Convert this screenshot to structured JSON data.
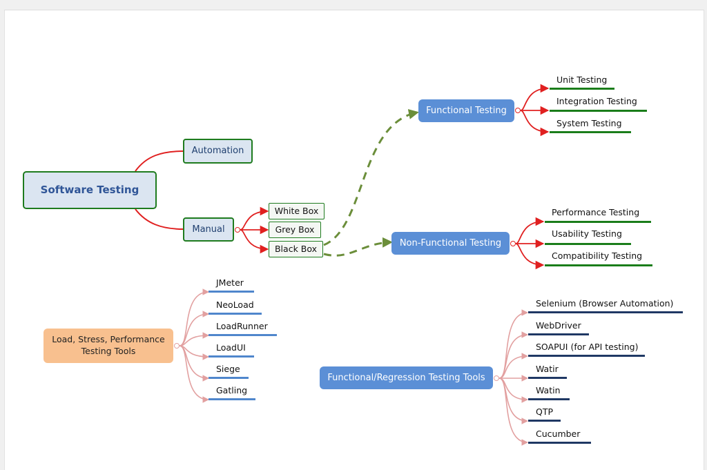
{
  "colors": {
    "root_fill": "#dbe5f1",
    "border_green": "#1e7b1e",
    "branch_red": "#e02020",
    "dash_green": "#6b8e3a",
    "node_blue": "#5b8fd6",
    "node_orange": "#f8c08f",
    "connector_pink": "#e2a0a0",
    "underline_green": "#1a7d1a",
    "underline_blue": "#4f86cc",
    "underline_navy": "#1f3864"
  },
  "root": {
    "label": "Software Testing"
  },
  "branches": {
    "automation": "Automation",
    "manual": "Manual"
  },
  "boxes": {
    "white": "White Box",
    "grey": "Grey Box",
    "black": "Black Box"
  },
  "functional": {
    "label": "Functional Testing",
    "items": [
      "Unit Testing",
      "Integration Testing",
      "System Testing"
    ]
  },
  "nonfunctional": {
    "label": "Non-Functional Testing",
    "items": [
      "Performance Testing",
      "Usability Testing",
      "Compatibility Testing"
    ]
  },
  "load_tools": {
    "label": "Load, Stress, Performance Testing Tools",
    "items": [
      "JMeter",
      "NeoLoad",
      "LoadRunner",
      "LoadUI",
      "Siege",
      "Gatling"
    ]
  },
  "regression_tools": {
    "label": "Functional/Regression Testing Tools",
    "items": [
      "Selenium (Browser Automation)",
      "WebDriver",
      "SOAPUI (for API testing)",
      "Watir",
      "Watin",
      "QTP",
      "Cucumber"
    ]
  }
}
